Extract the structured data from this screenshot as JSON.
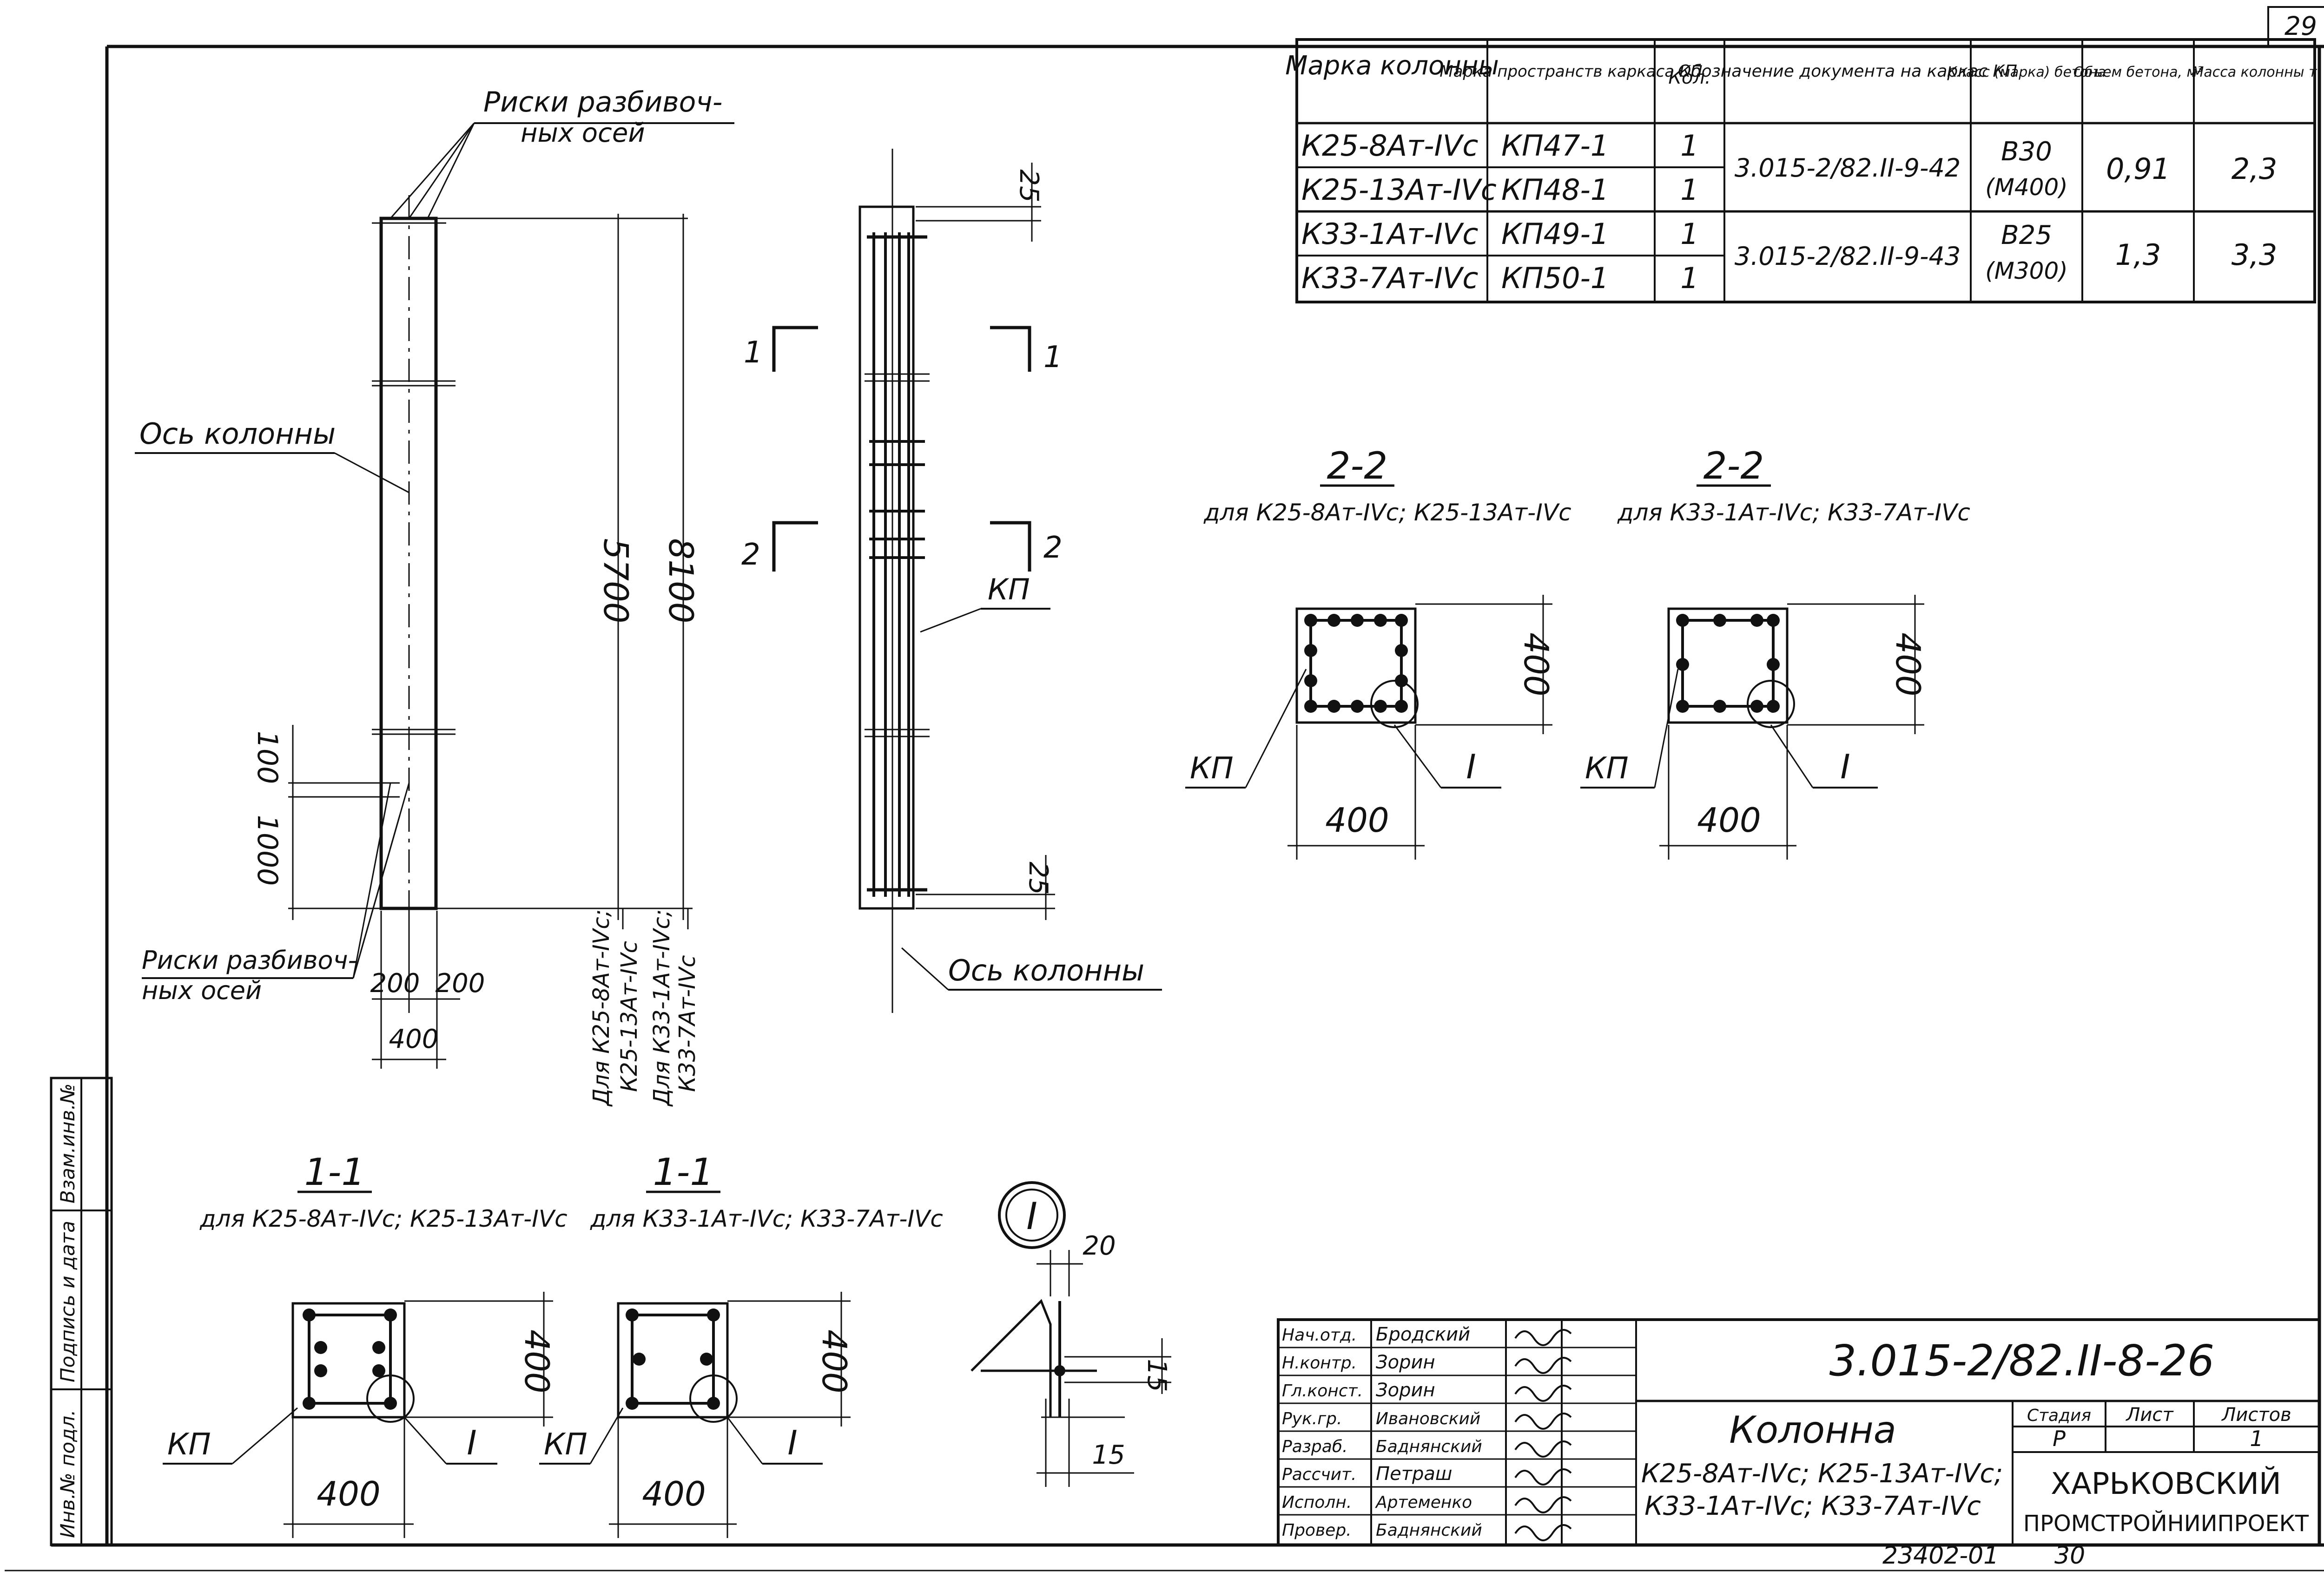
{
  "sheet_number": "29",
  "stamp_number": "23402-01",
  "stamp_page": "30",
  "spec_table": {
    "headers": [
      "Марка колонны",
      "Марка пространств каркаса КП",
      "Кол.",
      "Обозначение документа на каркас КП",
      "Класс (марка) бетона",
      "Объем бетона, м³",
      "Масса колонны т"
    ],
    "rows": [
      {
        "column": "К25-8Ат-IVс",
        "frame": "КП47-1",
        "qty": "1"
      },
      {
        "column": "К25-13Ат-IVс",
        "frame": "КП48-1",
        "qty": "1"
      },
      {
        "column": "К33-1Ат-IVс",
        "frame": "КП49-1",
        "qty": "1"
      },
      {
        "column": "К33-7Ат-IVс",
        "frame": "КП50-1",
        "qty": "1"
      }
    ],
    "groups": [
      {
        "doc": "3.015-2/82.II-9-42",
        "concrete_class": "В30",
        "concrete_mark": "(М400)",
        "volume": "0,91",
        "mass": "2,3"
      },
      {
        "doc": "3.015-2/82.II-9-43",
        "concrete_class": "В25",
        "concrete_mark": "(М300)",
        "volume": "1,3",
        "mass": "3,3"
      }
    ]
  },
  "elevation": {
    "risk_label_top_1": "Риски разбивоч-",
    "risk_label_top_2": "ных осей",
    "axis_label": "Ось колонны",
    "risk_label_bottom_1": "Риски разбивоч-",
    "risk_label_bottom_2": "ных осей",
    "dim_5700": "5700",
    "dim_8100": "8100",
    "dim_100": "100",
    "dim_1000": "1000",
    "dim_200a": "200",
    "dim_200b": "200",
    "dim_400": "400",
    "note_left_1": "Для К25-8Ат-IVс;",
    "note_left_2": "К25-13Ат-IVс",
    "note_right_1": "Для К33-1Ат-IVс;",
    "note_right_2": "К33-7Ат-IVс"
  },
  "reinforcement_view": {
    "dim_top": "25",
    "dim_bottom": "25",
    "cut1_left": "1",
    "cut1_right": "1",
    "cut2_left": "2",
    "cut2_right": "2",
    "kp_label": "КП",
    "axis_label": "Ось колонны"
  },
  "sections": [
    {
      "title": "2-2",
      "subtitle": "для К25-8Ат-IVс; К25-13Ат-IVс",
      "width": "400",
      "height": "400",
      "kp": "КП",
      "detail": "I"
    },
    {
      "title": "2-2",
      "subtitle": "для К33-1Ат-IVс; К33-7Ат-IVс",
      "width": "400",
      "height": "400",
      "kp": "КП",
      "detail": "I"
    },
    {
      "title": "1-1",
      "subtitle": "для К25-8Ат-IVс; К25-13Ат-IVс",
      "width": "400",
      "height": "400",
      "kp": "КП",
      "detail": "I"
    },
    {
      "title": "1-1",
      "subtitle": "для К33-1Ат-IVс; К33-7Ат-IVс",
      "width": "400",
      "height": "400",
      "kp": "КП",
      "detail": "I"
    }
  ],
  "detail_I": {
    "label": "I",
    "dim_20": "20",
    "dim_15a": "15",
    "dim_15b": "15"
  },
  "side_stamp": [
    "Инв.№ подл.",
    "Подпись и дата",
    "Взам.инв.№"
  ],
  "title_block": {
    "roles": [
      {
        "role": "Нач.отд.",
        "name": "Бродский"
      },
      {
        "role": "Н.контр.",
        "name": "Зорин"
      },
      {
        "role": "Гл.конст.",
        "name": "Зорин"
      },
      {
        "role": "Рук.гр.",
        "name": "Ивановский"
      },
      {
        "role": "Разраб.",
        "name": "Баднянский"
      },
      {
        "role": "Рассчит.",
        "name": "Петраш"
      },
      {
        "role": "Исполн.",
        "name": "Артеменко"
      },
      {
        "role": "Провер.",
        "name": "Баднянский"
      }
    ],
    "doc_code": "3.015-2/82.II-8-26",
    "title": "Колонна",
    "subtitle_1": "К25-8Ат-IVс; К25-13Ат-IVс;",
    "subtitle_2": "К33-1Ат-IVс; К33-7Ат-IVс",
    "stage_header": "Стадия",
    "sheet_header": "Лист",
    "sheets_header": "Листов",
    "stage": "Р",
    "sheet": "",
    "sheets": "1",
    "org_1": "ХАРЬКОВСКИЙ",
    "org_2": "ПРОМСТРОЙНИИПРОЕКТ"
  }
}
